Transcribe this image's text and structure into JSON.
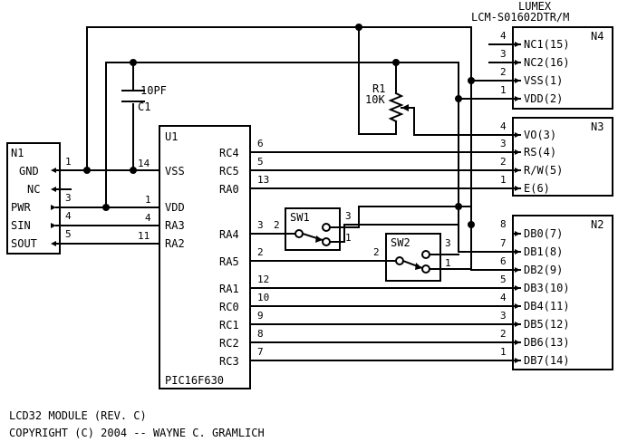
{
  "title": "LCD32 MODULE (REV. C)",
  "copyright": "COPYRIGHT (C) 2004 -- WAYNE C. GRAMLICH",
  "lumex": "LUMEX",
  "lcm_part": "LCM-S01602DTR/M",
  "n1": {
    "ref": "N1",
    "pins": [
      {
        "label": "GND",
        "num": "1"
      },
      {
        "label": "NC",
        "num": ""
      },
      {
        "label": "PWR",
        "num": "3"
      },
      {
        "label": "SIN",
        "num": "4"
      },
      {
        "label": "SOUT",
        "num": "5"
      }
    ]
  },
  "u1": {
    "ref": "U1",
    "part": "PIC16F630",
    "left_pins": [
      {
        "label": "VSS",
        "num": "14"
      },
      {
        "label": "VDD",
        "num": "1"
      },
      {
        "label": "RA3",
        "num": "4"
      },
      {
        "label": "RA2",
        "num": "11"
      }
    ],
    "right_pins": [
      {
        "label": "RC4",
        "num": "6"
      },
      {
        "label": "RC5",
        "num": "5"
      },
      {
        "label": "RA0",
        "num": "13"
      },
      {
        "label": "RA4",
        "num": "3"
      },
      {
        "label": "RA5",
        "num": "2"
      },
      {
        "label": "RA1",
        "num": "12"
      },
      {
        "label": "RC0",
        "num": "10"
      },
      {
        "label": "RC1",
        "num": "9"
      },
      {
        "label": "RC2",
        "num": "8"
      },
      {
        "label": "RC3",
        "num": "7"
      }
    ]
  },
  "c1": {
    "value": "10PF",
    "ref": "C1"
  },
  "r1": {
    "ref": "R1",
    "value": "10K"
  },
  "sw1": {
    "ref": "SW1",
    "pin_in": "2",
    "pin_a": "3",
    "pin_b": "1"
  },
  "sw2": {
    "ref": "SW2",
    "pin_in": "2",
    "pin_a": "3",
    "pin_b": "1"
  },
  "n4": {
    "ref": "N4",
    "pins": [
      {
        "num": "4",
        "label": "NC1(15)"
      },
      {
        "num": "3",
        "label": "NC2(16)"
      },
      {
        "num": "2",
        "label": "VSS(1)"
      },
      {
        "num": "1",
        "label": "VDD(2)"
      }
    ]
  },
  "n3": {
    "ref": "N3",
    "pins": [
      {
        "num": "4",
        "label": "VO(3)"
      },
      {
        "num": "3",
        "label": "RS(4)"
      },
      {
        "num": "2",
        "label": "R/W(5)"
      },
      {
        "num": "1",
        "label": "E(6)"
      }
    ]
  },
  "n2": {
    "ref": "N2",
    "pins": [
      {
        "num": "8",
        "label": "DB0(7)"
      },
      {
        "num": "7",
        "label": "DB1(8)"
      },
      {
        "num": "6",
        "label": "DB2(9)"
      },
      {
        "num": "5",
        "label": "DB3(10)"
      },
      {
        "num": "4",
        "label": "DB4(11)"
      },
      {
        "num": "3",
        "label": "DB5(12)"
      },
      {
        "num": "2",
        "label": "DB6(13)"
      },
      {
        "num": "1",
        "label": "DB7(14)"
      }
    ]
  }
}
